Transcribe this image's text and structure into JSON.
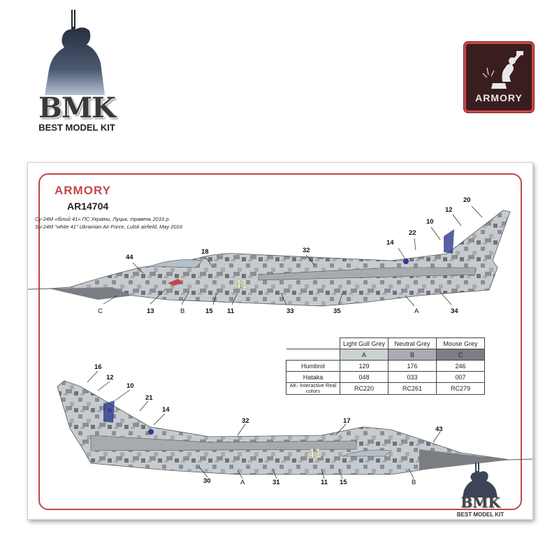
{
  "header": {
    "bmk_letters": "BMK",
    "bmk_caption": "BEST MODEL KIT",
    "armory_badge_text": "ARMORY"
  },
  "sheet": {
    "brand": "ARMORY",
    "code": "AR14704",
    "line_ru": "Су-24М «білий 41» ПС України, Луцьк, травень 2016 р.",
    "line_en": "Su-24M \"white 41\" Ukrainian Air Force, Lutsk airfield, May 2016",
    "top_view_callouts": [
      "20",
      "12",
      "10",
      "22",
      "14",
      "32",
      "18",
      "44",
      "13",
      "B",
      "15",
      "11",
      "C",
      "33",
      "35",
      "A",
      "34"
    ],
    "bottom_view_callouts": [
      "16",
      "12",
      "10",
      "21",
      "14",
      "32",
      "17",
      "43",
      "30",
      "A",
      "31",
      "11",
      "15",
      "B"
    ],
    "aircraft_number": "41"
  },
  "paint_table": {
    "headers": [
      "Light Gull Grey",
      "Neutral Grey",
      "Mouse Grey"
    ],
    "codes": [
      "A",
      "B",
      "C"
    ],
    "rows": [
      {
        "label": "Humbrol",
        "values": [
          "129",
          "176",
          "246"
        ]
      },
      {
        "label": "Hataka",
        "values": [
          "048",
          "033",
          "007"
        ]
      },
      {
        "label": "AK- Interactive Real colors",
        "values": [
          "RC220",
          "RC261",
          "RC279"
        ]
      }
    ],
    "swatch_colors": [
      "#cbd0d3",
      "#a8acb0",
      "#7b7e83"
    ]
  },
  "footer": {
    "bmk_letters": "BMK",
    "bmk_caption": "BEST MODEL KIT"
  }
}
